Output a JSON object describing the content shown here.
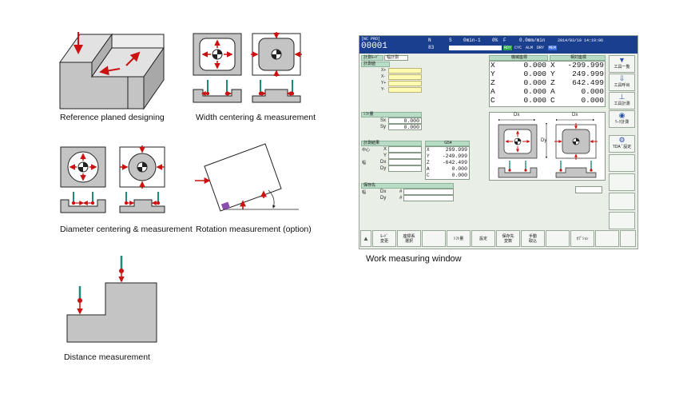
{
  "captions": {
    "reference": "Reference planed designing",
    "width": "Width centering & measurement",
    "diameter": "Diameter centering & measurement",
    "rotation": "Rotation measurement (option)",
    "distance": "Distance measurement",
    "window": "Work measuring window"
  },
  "cnc": {
    "header": {
      "program_tag": "[NC PRO]",
      "program_no": "00001",
      "n_label": "N",
      "n_value": "83",
      "s_label": "S",
      "s_value": "0min-1",
      "ox_label": "0%",
      "f_label": "F",
      "f_value": "0.0mm/min",
      "datetime": "2014/03/10  14:19:06",
      "status": [
        "RDY",
        "CYC",
        "ALM",
        "DRY",
        "MEM"
      ]
    },
    "mode_label": "計測ﾓｰﾄﾞ",
    "mode_value": "幅計測",
    "measure_pos": {
      "title": "計測値",
      "rows": [
        "X+",
        "X-",
        "Y+",
        "Y-"
      ]
    },
    "shift": {
      "title": "ｼﾌﾄ量",
      "rows": [
        {
          "label": "Sx",
          "value": "0.000"
        },
        {
          "label": "Sy",
          "value": "0.000"
        }
      ]
    },
    "result": {
      "title": "計測結果",
      "labels": [
        {
          "group": "中心",
          "axis": "X"
        },
        {
          "group": "",
          "axis": "Y"
        },
        {
          "group": "幅",
          "axis": "Dx"
        },
        {
          "group": "",
          "axis": "Dy"
        }
      ],
      "coord_title": "G54",
      "coords": [
        {
          "axis": "X",
          "value": "299.999"
        },
        {
          "axis": "Y",
          "value": "-249.999"
        },
        {
          "axis": "Z",
          "value": "-642.499"
        },
        {
          "axis": "A",
          "value": "0.000"
        },
        {
          "axis": "C",
          "value": "0.000"
        }
      ]
    },
    "save": {
      "title": "保存先",
      "group": "幅",
      "rows": [
        {
          "label": "Dx",
          "hash": "#"
        },
        {
          "label": "Dy",
          "hash": "#"
        }
      ]
    },
    "machine": {
      "title": "機械座標",
      "rows": [
        {
          "axis": "X",
          "value": "0.000"
        },
        {
          "axis": "Y",
          "value": "0.000"
        },
        {
          "axis": "Z",
          "value": "0.000"
        },
        {
          "axis": "A",
          "value": "0.000"
        },
        {
          "axis": "C",
          "value": "0.000"
        }
      ]
    },
    "relative": {
      "title": "相対座標",
      "rows": [
        {
          "axis": "X",
          "value": "-299.999"
        },
        {
          "axis": "Y",
          "value": "249.999"
        },
        {
          "axis": "Z",
          "value": "642.499"
        },
        {
          "axis": "A",
          "value": "0.000"
        },
        {
          "axis": "C",
          "value": "0.000"
        }
      ]
    },
    "diagram": {
      "dx": "Dx",
      "dy": "Dy"
    },
    "side_buttons": [
      {
        "label": "工具一覧",
        "icon": "tool-list-icon",
        "glyph": "▼"
      },
      {
        "label": "工具呼出",
        "icon": "tool-call-icon",
        "glyph": "⇩"
      },
      {
        "label": "工具計測",
        "icon": "tool-measure-icon",
        "glyph": "⊥"
      },
      {
        "label": "ﾜｰｸ計測",
        "icon": "work-measure-icon",
        "glyph": "◉"
      },
      {
        "label": "TDA ﾟ設定",
        "icon": "tda-setting-icon",
        "glyph": "⚙"
      }
    ],
    "softkeys": [
      "▲",
      "ﾓｰﾄﾞ\n変更",
      "座標系\n選択",
      "",
      "ｼﾌﾄ量",
      "設定",
      "保存先\n変数",
      "手動\n取込",
      "",
      "ｵﾌﾟｼｮﾝ",
      ""
    ]
  },
  "colors": {
    "header_blue": "#1b3f8f",
    "screen_bg": "#e9efe6",
    "section_green": "#b9dcc6",
    "field_yellow": "#fffbb0",
    "arrow_red": "#cc1111",
    "probe_green": "#1f8a7a",
    "part_gray": "#c4c4c4"
  }
}
